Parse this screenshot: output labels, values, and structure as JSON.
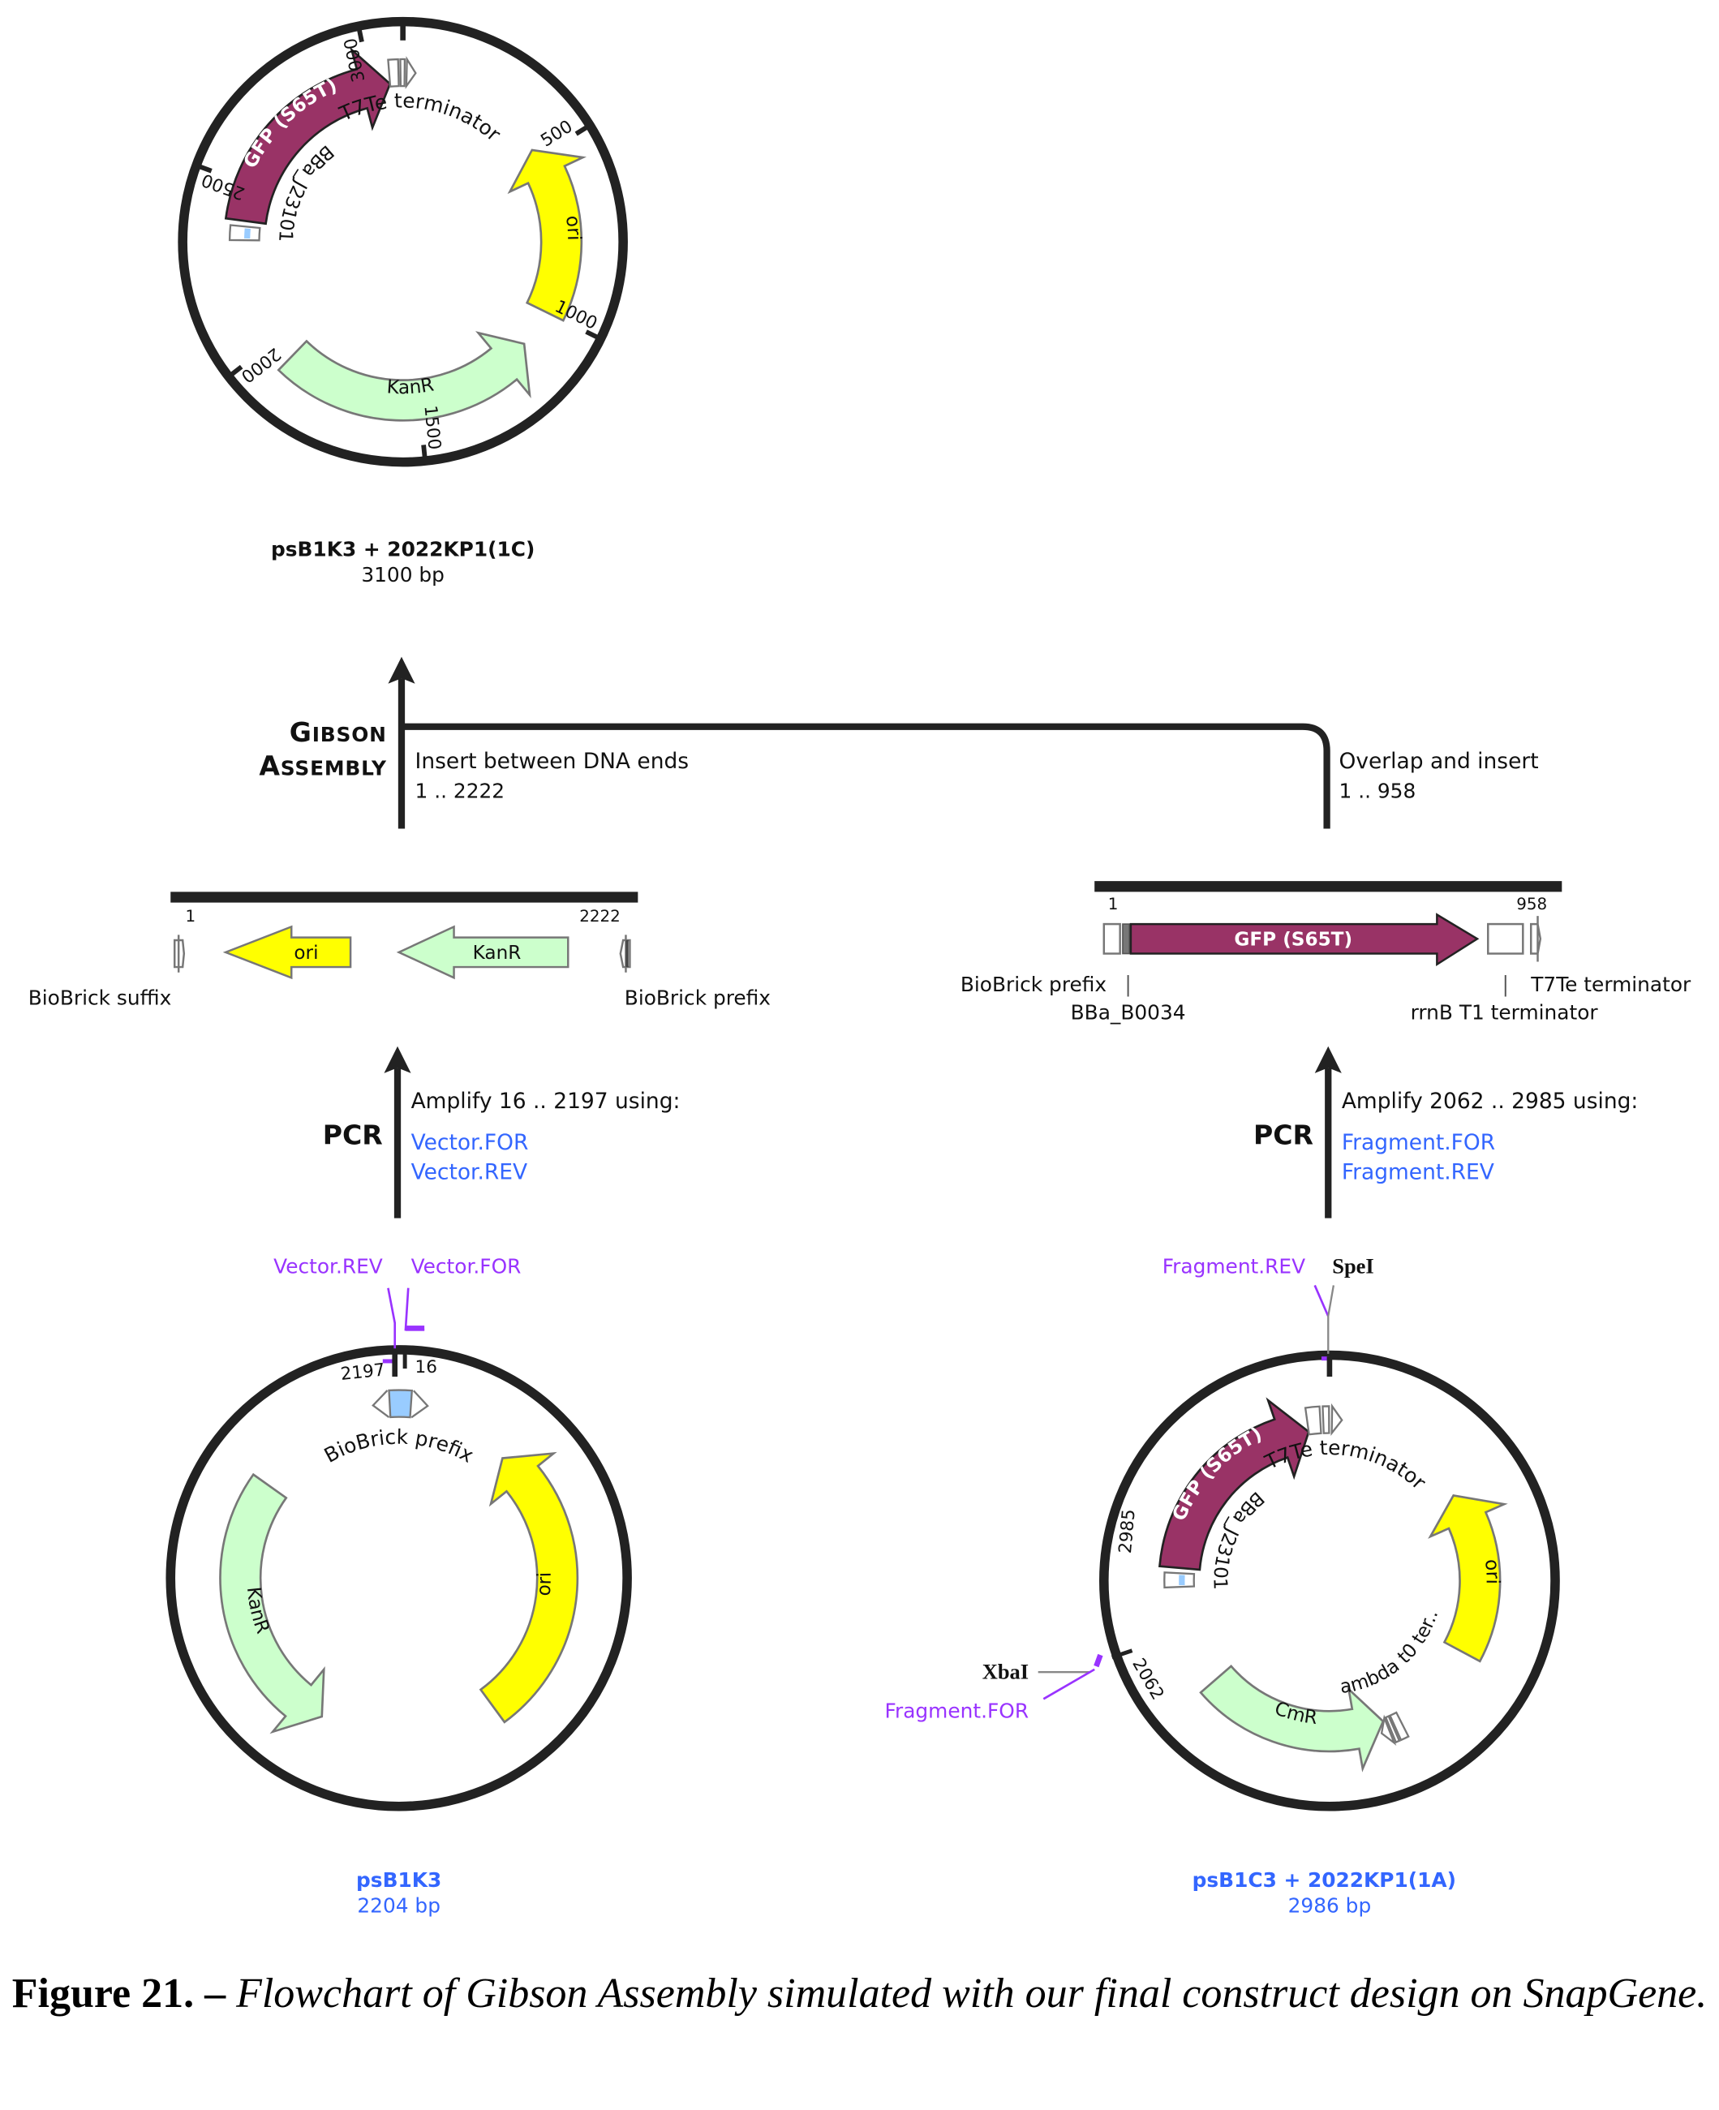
{
  "colors": {
    "ring": "#222222",
    "gfp": "#993366",
    "ori": "#ffff00",
    "resistance": "#ccffcc",
    "feature_stroke": "#777777",
    "promoter_blue": "#99ccff",
    "primer": "#9933ff",
    "link_blue": "#3366ff",
    "text": "#111111"
  },
  "product": {
    "name": "psB1K3 + 2022KP1(1C)",
    "size": "3100 bp",
    "length": 3100,
    "ticks": [
      "500",
      "1000",
      "1500",
      "2000",
      "2500",
      "3000"
    ],
    "features": [
      {
        "label": "ori",
        "type": "ori",
        "start": 470,
        "end": 1000,
        "dir": -1
      },
      {
        "label": "KanR",
        "type": "resistance",
        "start": 1120,
        "end": 1930,
        "dir": -1
      },
      {
        "label": "GFP (S65T)",
        "type": "gfp",
        "start": 2390,
        "end": 3060,
        "dir": 1
      },
      {
        "label": "BBa_J23101",
        "type": "promoter",
        "start": 2330,
        "end": 2390,
        "dir": 1
      },
      {
        "label": "T7Te terminator",
        "type": "terminator",
        "start": 3060,
        "end": 20,
        "dir": 1
      }
    ]
  },
  "gibson": {
    "label_line1": "Gibson",
    "label_line2": "Assembly",
    "left_step": "Insert between DNA ends",
    "left_range": "1 .. 2222",
    "right_step": "Overlap and insert",
    "right_range": "1 .. 958"
  },
  "vector_fragment": {
    "start_label": "1",
    "end_label": "2222",
    "features": [
      {
        "label": "ori",
        "type": "ori"
      },
      {
        "label": "KanR",
        "type": "resistance"
      }
    ],
    "left_label": "BioBrick suffix",
    "right_label": "BioBrick prefix"
  },
  "insert_fragment": {
    "start_label": "1",
    "end_label": "958",
    "gfp_label": "GFP (S65T)",
    "labels": {
      "biobrick_prefix": "BioBrick prefix",
      "rbs": "BBa_B0034",
      "rrnb": "rrnB T1 terminator",
      "t7te": "T7Te terminator"
    }
  },
  "pcr_left": {
    "label": "PCR",
    "amplify": "Amplify 16 .. 2197 using:",
    "primers": [
      "Vector.FOR",
      "Vector.REV"
    ]
  },
  "pcr_right": {
    "label": "PCR",
    "amplify": "Amplify 2062 .. 2985 using:",
    "primers": [
      "Fragment.FOR",
      "Fragment.REV"
    ]
  },
  "template_left": {
    "name": "psB1K3",
    "size": "2204 bp",
    "length": 2204,
    "primer_rev": "Vector.REV",
    "primer_for": "Vector.FOR",
    "pos_left": "2197",
    "pos_right": "16",
    "features": [
      {
        "label": "KanR",
        "type": "resistance",
        "start": 1280,
        "end": 1870,
        "dir": -1
      },
      {
        "label": "ori",
        "type": "ori",
        "start": 250,
        "end": 880,
        "dir": -1
      },
      {
        "label": "BioBrick prefix",
        "type": "biobrick",
        "start": 2170,
        "end": 40,
        "dir": 1
      }
    ]
  },
  "template_right": {
    "name": "psB1C3 + 2022KP1(1A)",
    "size": "2986 bp",
    "length": 2986,
    "primer_rev": "Fragment.REV",
    "site_top": "SpeI",
    "site_left": "XbaI",
    "primer_for": "Fragment.FOR",
    "pos_2985": "2985",
    "pos_2062": "2062",
    "features": [
      {
        "label": "ori",
        "type": "ori",
        "start": 460,
        "end": 980,
        "dir": -1
      },
      {
        "label": "CmR",
        "type": "resistance",
        "start": 1320,
        "end": 1900,
        "dir": -1
      },
      {
        "label": "lambda t0 ter...",
        "type": "terminator",
        "start": 1270,
        "end": 1320,
        "dir": -1
      },
      {
        "label": "GFP (S65T)",
        "type": "gfp",
        "start": 2280,
        "end": 2920,
        "dir": 1
      },
      {
        "label": "BBa_J23101",
        "type": "promoter",
        "start": 2220,
        "end": 2280,
        "dir": 1
      },
      {
        "label": "T7Te terminator",
        "type": "terminator",
        "start": 2920,
        "end": 20,
        "dir": 1
      }
    ]
  },
  "caption": {
    "bold": "Figure 21. –",
    "italic": "Flowchart of Gibson Assembly simulated with our final construct design on SnapGene."
  }
}
